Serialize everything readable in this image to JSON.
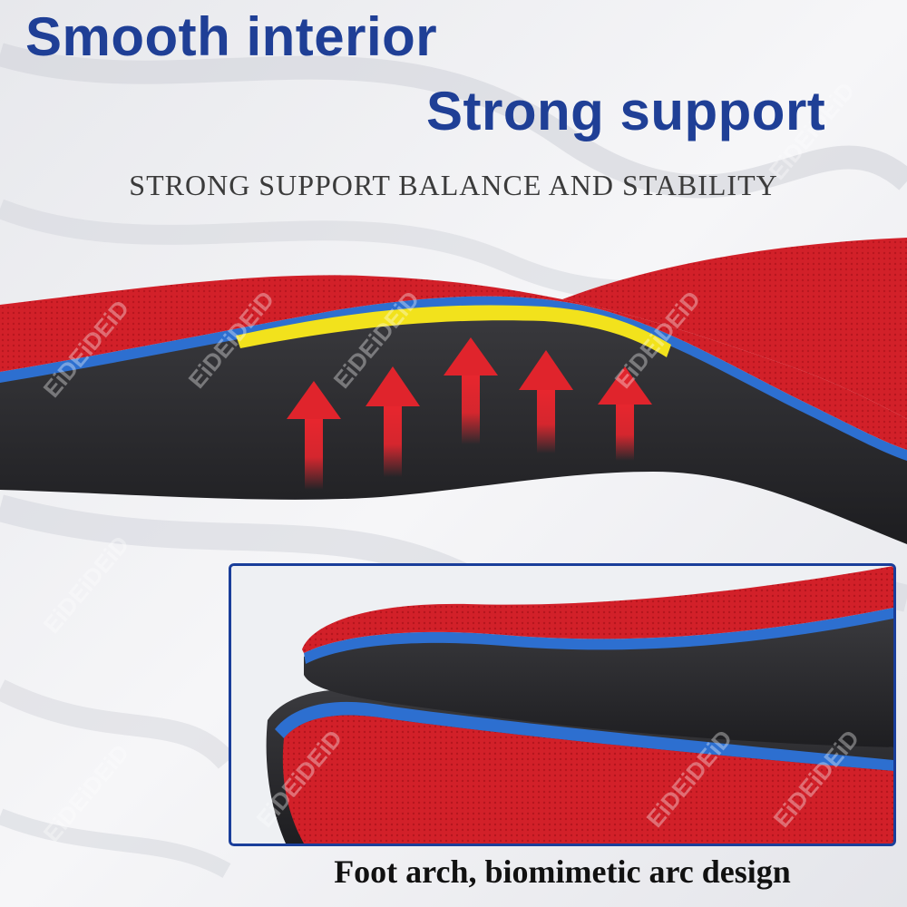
{
  "headline": {
    "line1": "Smooth interior",
    "line2": "Strong support"
  },
  "tagline": "STRONG SUPPORT BALANCE AND STABILITY",
  "inset": {
    "caption": "Foot arch, biomimetic arc design"
  },
  "watermark": "EiDEiDEiD",
  "colors": {
    "headline": "#1f3f96",
    "insole_top": "#d4202a",
    "insole_edge": "#2d6fd0",
    "insole_base": "#2b2b2f",
    "arch_accent": "#f2e21c",
    "arrow": "#e0242c",
    "frame": "#1a3e9a"
  }
}
